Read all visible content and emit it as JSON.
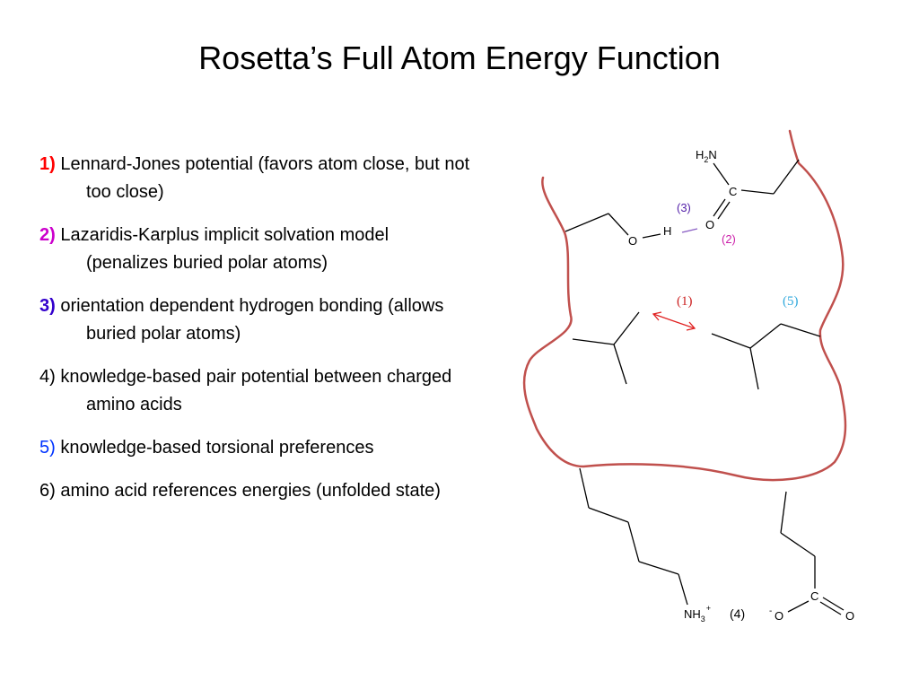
{
  "slide": {
    "title": "Rosetta’s Full Atom Energy Function"
  },
  "terms": [
    {
      "num": "1)",
      "text": "Lennard-Jones potential (favors atom close, but not too close)"
    },
    {
      "num": "2)",
      "text": "Lazaridis-Karplus implicit solvation model (penalizes buried polar atoms)"
    },
    {
      "num": "3)",
      "text": "orientation dependent hydrogen bonding (allows buried polar atoms)"
    },
    {
      "num": "4)",
      "text": "knowledge-based pair potential between charged amino acids"
    },
    {
      "num": "5)",
      "text": "knowledge-based torsional preferences"
    },
    {
      "num": "6)",
      "text": "amino acid references energies (unfolded state)"
    }
  ],
  "colors": {
    "term1": "#ff0000",
    "term2": "#cc00cc",
    "term3": "#3300cc",
    "term5": "#0033ff",
    "backbone": "#c0504d",
    "arrow": "#e02020",
    "label3": "#5522aa",
    "label2": "#cc22aa",
    "label5": "#33aadd"
  },
  "diagram": {
    "labels": {
      "one": "(1)",
      "two": "(2)",
      "three": "(3)",
      "four": "(4)",
      "five": "(5)"
    },
    "atoms": {
      "h2n_h": "H",
      "h2n_sub": "2",
      "h2n_n": "N",
      "carbonyl_c": "C",
      "carbonyl_o": "O",
      "hydroxyl_o": "O",
      "hydroxyl_h": "H",
      "nh3": "NH",
      "nh3_sub": "3",
      "nh3_sup": "+",
      "carboxyl_c": "C",
      "carboxyl_o_minus": "O",
      "minus": "-",
      "carboxyl_o": "O"
    }
  }
}
